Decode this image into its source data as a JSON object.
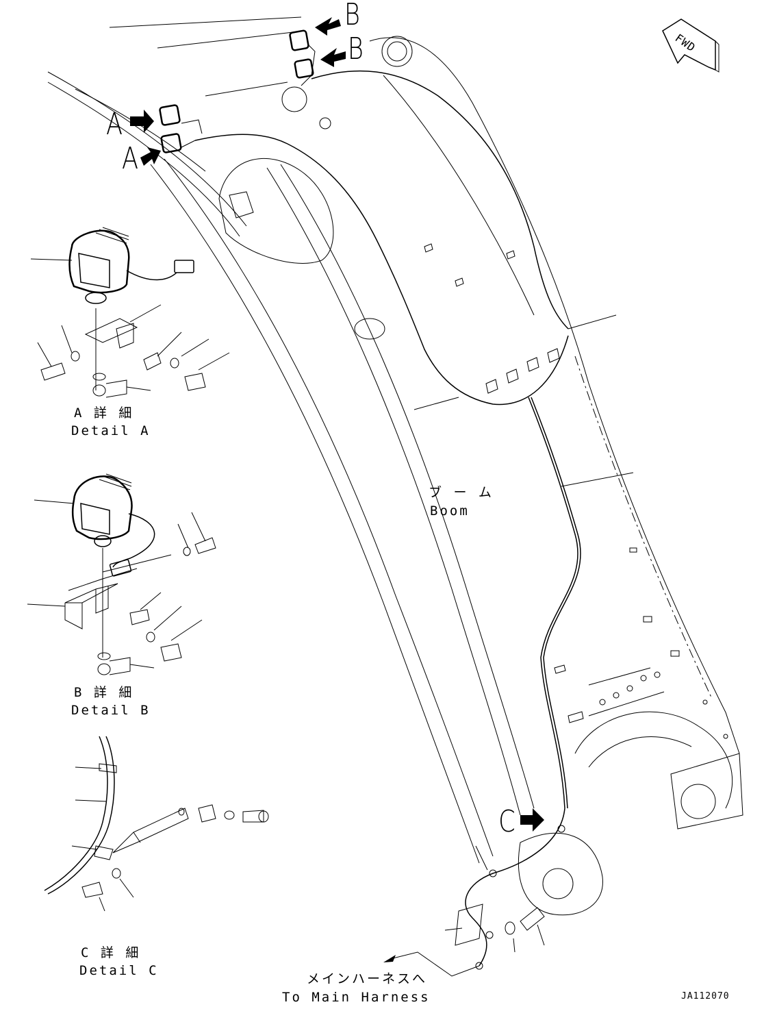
{
  "callouts": {
    "a_upper": "A",
    "a_lower": "A",
    "b_upper": "B",
    "b_lower": "B",
    "c": "C"
  },
  "fwd_label": "FWD",
  "detail_a": {
    "jp": "A 詳 細",
    "en": "Detail A"
  },
  "detail_b": {
    "jp": "B 詳 細",
    "en": "Detail B"
  },
  "detail_c": {
    "jp": "C 詳 細",
    "en": "Detail C"
  },
  "boom": {
    "jp": "ブ ー ム",
    "en": "Boom"
  },
  "main_harness": {
    "jp": "メインハーネスへ",
    "en": "To Main Harness"
  },
  "drawing_number": "JA112070"
}
